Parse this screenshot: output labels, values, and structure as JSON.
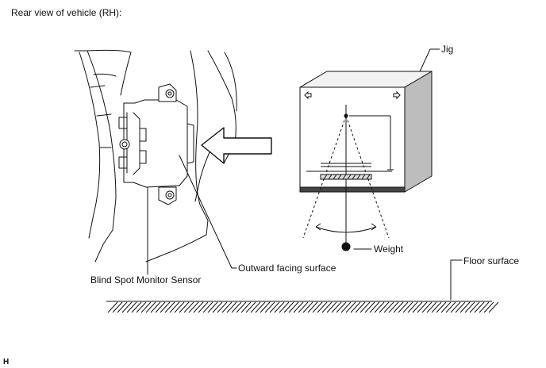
{
  "heading": "Rear view of vehicle (RH):",
  "labels": {
    "jig": "Jig",
    "weight": "Weight",
    "outward_surface": "Outward facing surface",
    "sensor": "Blind Spot Monitor Sensor",
    "floor": "Floor surface"
  },
  "figure_code": "H",
  "colors": {
    "line": "#111111",
    "jig_top": "#f2f2f2",
    "jig_side": "#bdbdbd",
    "jig_base": "#444444"
  }
}
